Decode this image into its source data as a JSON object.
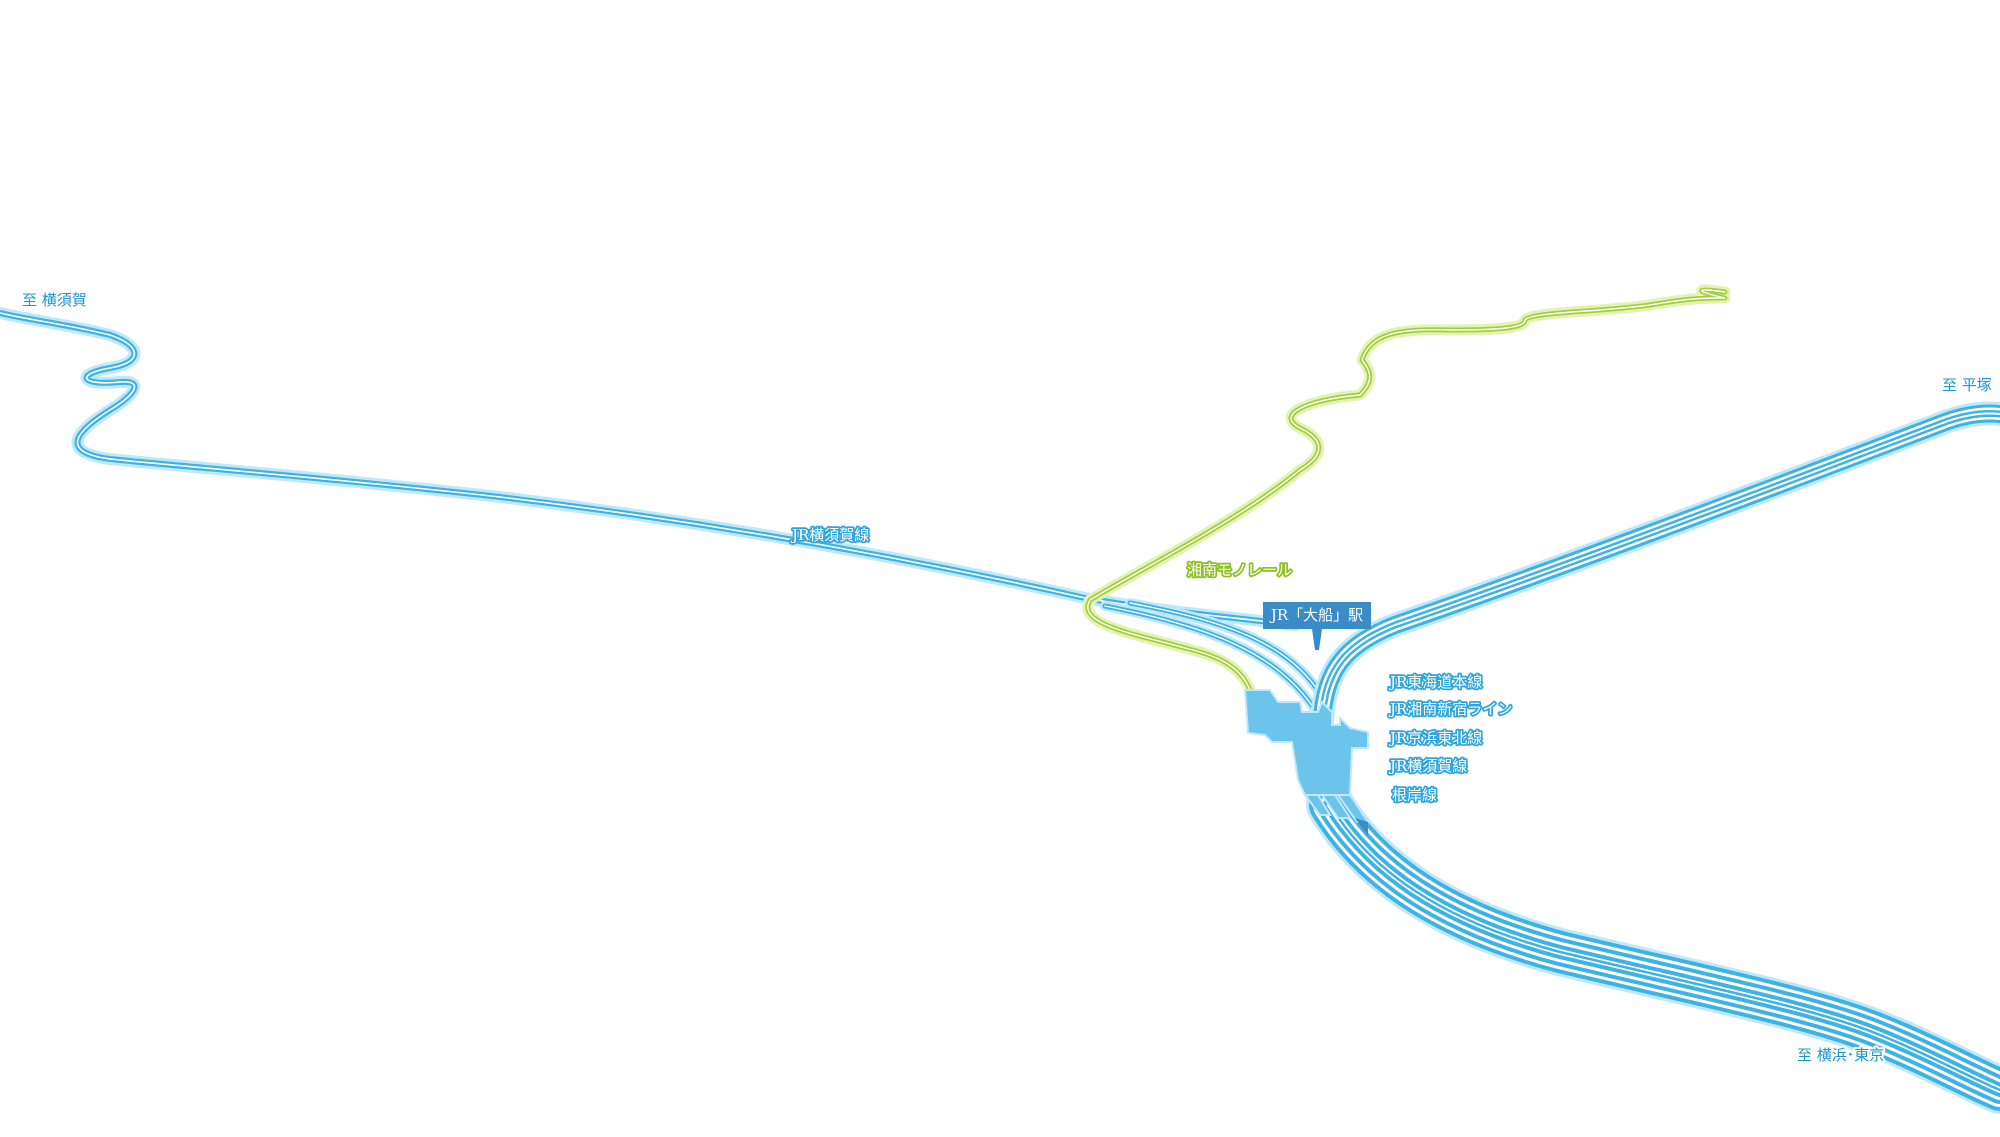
{
  "colors": {
    "jr_line": "#3fb2e4",
    "jr_glow": "#bfe9fb",
    "monorail": "#a4cf3c",
    "station_fill": "#6cc3ec",
    "station_box": "#3a8cc8",
    "label_text": "#1b97cf"
  },
  "destinations": {
    "yokosuka": "至 横須賀",
    "hiratsuka": "至 平塚",
    "yokohama_tokyo": "至 横浜･東京"
  },
  "lines": {
    "yokosuka_line": "JR横須賀線",
    "monorail": "湘南モノレール"
  },
  "station": {
    "name": "JR「大船」駅",
    "lines": [
      "JR東海道本線",
      "JR湘南新宿ライン",
      "JR京浜東北線",
      "JR横須賀線",
      "根岸線"
    ]
  }
}
